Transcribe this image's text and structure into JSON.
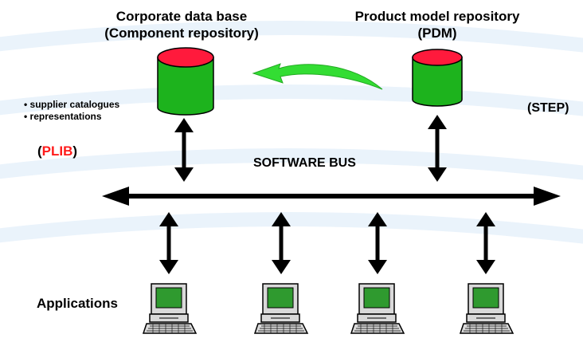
{
  "corporate_db": {
    "title_line1": "Corporate data base",
    "title_line2": "(Component repository)"
  },
  "product_repo": {
    "title_line1": "Product model repository",
    "title_line2": "(PDM)"
  },
  "bullets": [
    "• supplier catalogues",
    "•  representations"
  ],
  "plib": {
    "open": "(",
    "name": "PLIB",
    "close": ")"
  },
  "step_label": "(STEP)",
  "software_bus_label": "SOFTWARE BUS",
  "applications_label": "Applications",
  "colors": {
    "cylinder_body": "#1db31d",
    "cylinder_top": "#ff1a3c",
    "transfer_arrow": "#33dd33",
    "plib_accent": "#ff1a1a",
    "background_arcs": "#e8f2fb",
    "monitor_screen": "#2f9a2f"
  }
}
